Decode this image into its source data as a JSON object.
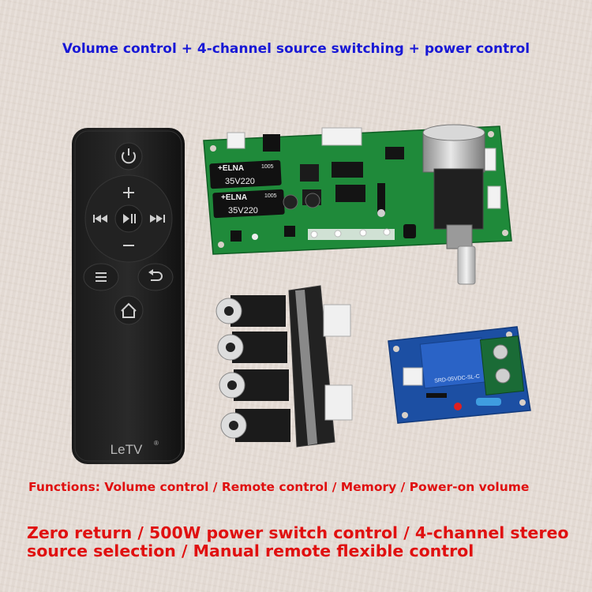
{
  "captions": {
    "top": "Volume control + 4-channel source switching + power control",
    "functions": "Functions: Volume control / Remote control / Memory / Power-on volume",
    "main": "Zero return / 500W power switch control / 4-channel stereo source selection / Manual remote flexible control"
  },
  "remote": {
    "brand": "LeTV",
    "brand_mark": "®"
  },
  "main_board": {
    "cap1_brand": "+ELNA",
    "cap1_code": "1005",
    "cap1_value": "35V220",
    "cap2_brand": "+ELNA",
    "cap2_code": "1005",
    "cap2_value": "35V220"
  },
  "relay_board": {
    "relay_label": "SRD-05VDC-SL-C"
  },
  "colors": {
    "caption_blue": "#1818d6",
    "caption_red": "#e01010",
    "pcb_green": "#1f8a3a",
    "pcb_blue": "#1c4fa3"
  },
  "icons": [
    "power-icon",
    "plus-icon",
    "minus-icon",
    "rewind-icon",
    "play-pause-icon",
    "fast-forward-icon",
    "menu-icon",
    "back-icon",
    "home-icon"
  ]
}
